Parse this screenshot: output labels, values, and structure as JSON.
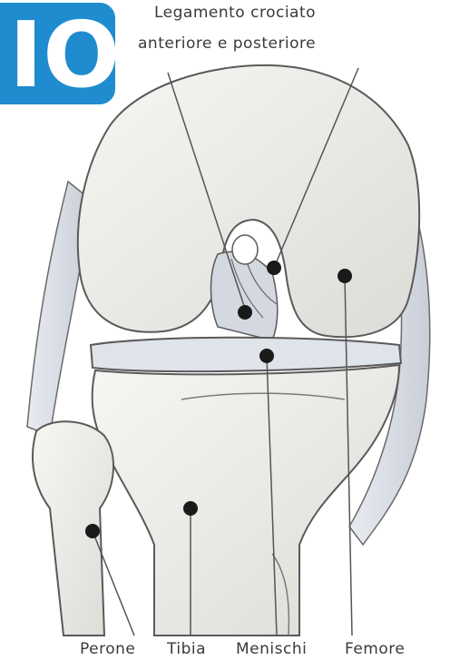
{
  "badge": {
    "text": "IO",
    "color": "#1e8ccf"
  },
  "labels": {
    "ligament_line1": "Legamento crociato",
    "ligament_line2": "anteriore e posteriore",
    "perone": "Perone",
    "tibia": "Tibia",
    "menischi": "Menischi",
    "femore": "Femore"
  },
  "colors": {
    "bone": "#efefec",
    "outline": "#5a5a5a",
    "ligament": "#d8dde6",
    "meniscus": "#dfe3ea"
  }
}
